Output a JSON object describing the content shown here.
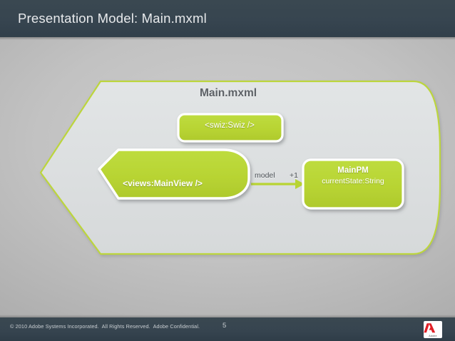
{
  "slide": {
    "title": "Presentation Model: Main.mxml",
    "page_number": "5",
    "copyright": "© 2010 Adobe Systems Incorporated.  All Rights Reserved.  Adobe Confidential.",
    "logo": {
      "name": "adobe-logo",
      "wordmark": "Adobe"
    }
  },
  "colors": {
    "header_bg": "#374550",
    "footer_bg": "#36444f",
    "accent_green": "#b8d433",
    "container_fill": "#dcdfe0",
    "container_stroke": "#b8d433",
    "title_text": "#5d6166",
    "node_text": "#ffffff",
    "edge_text": "#4e5358",
    "slide_bg": "#bdbdbd"
  },
  "diagram": {
    "container": {
      "name": "Main.mxml",
      "label": "Main.mxml",
      "shape": "left-pointing-chevron-rounded-right"
    },
    "nodes": [
      {
        "id": "swiz",
        "label": "<swiz:Swiz />",
        "shape": "rounded-rect",
        "bold": false
      },
      {
        "id": "mainview",
        "label": "<views:MainView />",
        "shape": "left-chevron-rounded-right",
        "bold": true
      },
      {
        "id": "mainpm",
        "title": "MainPM",
        "attribute": "currentState:String",
        "shape": "rounded-rect",
        "bold": true
      }
    ],
    "edges": [
      {
        "id": "mainview-to-mainpm",
        "from": "mainview",
        "to": "mainpm",
        "role_label": "model",
        "multiplicity_label": "+1",
        "arrow": "open-arrow-right"
      }
    ]
  }
}
